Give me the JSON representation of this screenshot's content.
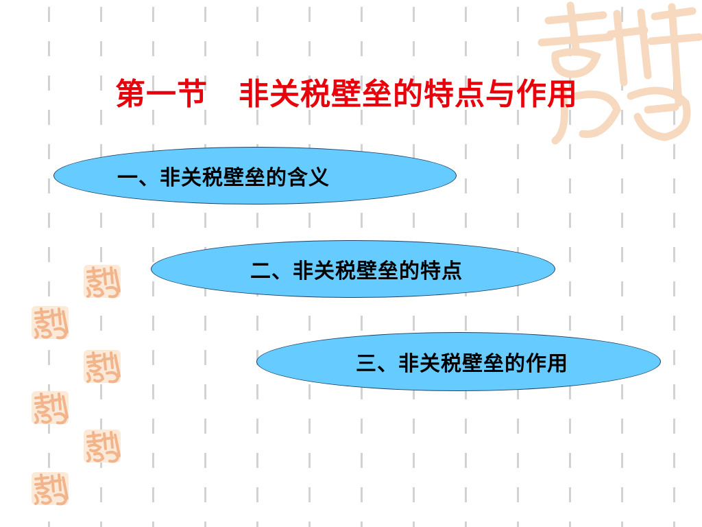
{
  "slide": {
    "title": "第一节　非关税壁垒的特点与作用",
    "topics": [
      {
        "label": "一、非关税壁垒的含义"
      },
      {
        "label": "二、非关税壁垒的特点"
      },
      {
        "label": "三、非关税壁垒的作用"
      }
    ]
  },
  "decor": {
    "watermark_text": "吉祥如意",
    "seal_text": "吉祥如意"
  },
  "colors": {
    "title": "#e8000b",
    "topic_fill": "#66ccff",
    "topic_border": "#1f3f66",
    "dash": "#d2d2d2",
    "seal": "#f2b48a"
  }
}
